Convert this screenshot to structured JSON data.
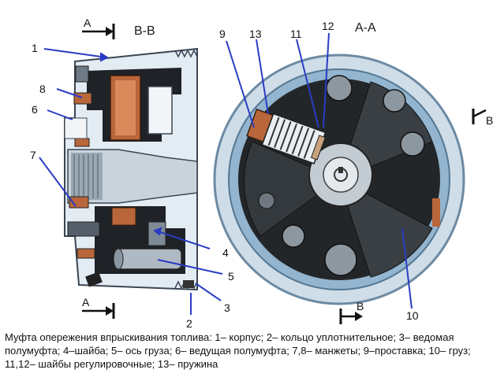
{
  "labels": {
    "l1": "1",
    "l2": "2",
    "l3": "3",
    "l4": "4",
    "l5": "5",
    "l6": "6",
    "l7": "7",
    "l8": "8",
    "l9": "9",
    "l10": "10",
    "l11": "11",
    "l12": "12",
    "l13": "13"
  },
  "section_labels": {
    "bb": "В-В",
    "aa": "А-А",
    "arrow_a_top": "А",
    "arrow_a_bottom": "А",
    "arrow_b_right": "В",
    "arrow_b_bottom": "В"
  },
  "caption": "Муфта опережения впрыскивания топлива: 1– корпус; 2– кольцо уплотнительное; 3– ведомая полумуфта; 4–шайба; 5– ось груза; 6– ведущая полумуфта; 7,8– манжеты; 9–проставка; 10– груз; 11,12– шайбы регулировочные; 13– пружина",
  "colors": {
    "housing_light": "#e6eef4",
    "housing_mid": "#b9c9d6",
    "housing_blue": "#8fb4cf",
    "dark": "#1a1a1a",
    "copper": "#b8663a",
    "leader": "#2a3cc4",
    "ring": "#7fa8c8"
  }
}
